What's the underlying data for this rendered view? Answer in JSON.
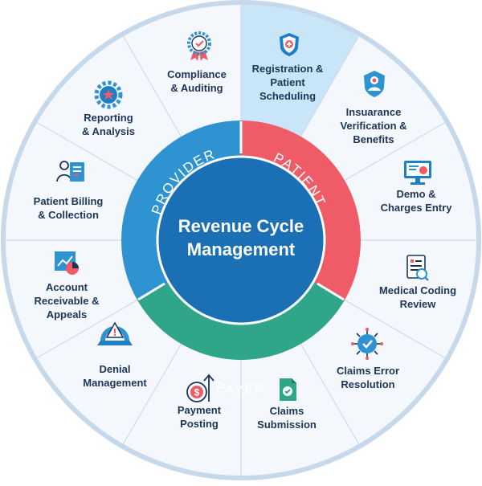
{
  "center": {
    "title_line1": "Revenue Cycle",
    "title_line2": "Management"
  },
  "ring": [
    {
      "label": "PATIENT",
      "color": "#ef5b66"
    },
    {
      "label": "PAYER",
      "color": "#2fa58a"
    },
    {
      "label": "PROVIDER",
      "color": "#2f93d1"
    }
  ],
  "segments": [
    {
      "icon": "shield-plus-icon",
      "lines": [
        "Registration &",
        "Patient",
        "Scheduling"
      ],
      "highlighted": true
    },
    {
      "icon": "id-badge-icon",
      "lines": [
        "Insuarance",
        "Verification &",
        "Benefits"
      ]
    },
    {
      "icon": "monitor-icon",
      "lines": [
        "Demo &",
        "Charges Entry"
      ]
    },
    {
      "icon": "medical-report-icon",
      "lines": [
        "Medical Coding",
        "Review"
      ]
    },
    {
      "icon": "virus-shield-icon",
      "lines": [
        "Claims Error",
        "Resolution"
      ]
    },
    {
      "icon": "claim-document-icon",
      "lines": [
        "Claims",
        "Submission"
      ]
    },
    {
      "icon": "dollar-upload-icon",
      "lines": [
        "Payment",
        "Posting"
      ]
    },
    {
      "icon": "alert-gear-icon",
      "lines": [
        "Denial",
        "Management"
      ]
    },
    {
      "icon": "chart-appeal-icon",
      "lines": [
        "Account",
        "Receivable &",
        "Appeals"
      ]
    },
    {
      "icon": "patient-bill-icon",
      "lines": [
        "Patient Billing",
        "& Collection"
      ]
    },
    {
      "icon": "star-gear-icon",
      "lines": [
        "Reporting",
        "& Analysis"
      ]
    },
    {
      "icon": "compliance-badge-icon",
      "lines": [
        "Compliance",
        "& Auditing"
      ]
    }
  ],
  "colors": {
    "outer_fill": "#f4f8fc",
    "outer_border": "#c5d9ea",
    "highlight_fill": "#c8e6f8",
    "divider": "#cddcea",
    "center_fill": "#1a6fb5",
    "label_text": "#1d3557"
  }
}
